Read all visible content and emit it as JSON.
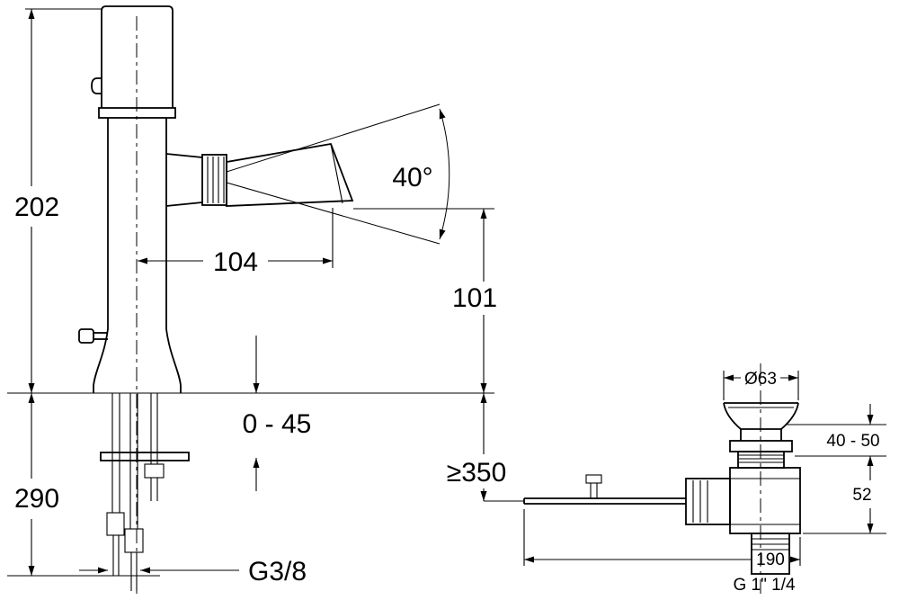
{
  "colors": {
    "ink": "#000000",
    "paper": "#ffffff"
  },
  "faucet": {
    "dims": {
      "total_height": "202",
      "spout_reach": "104",
      "handle_angle": "40°",
      "spout_height": "101",
      "deck_thickness_range": "0 - 45",
      "below_deck_height": "290",
      "min_hose_clearance": "≥350",
      "supply_thread": "G3/8"
    }
  },
  "drain": {
    "dims": {
      "flange_diameter": "Ø63",
      "mount_range": "40 - 50",
      "body_height": "52",
      "rod_length": "190",
      "waste_thread": "G 1\" 1/4"
    }
  }
}
